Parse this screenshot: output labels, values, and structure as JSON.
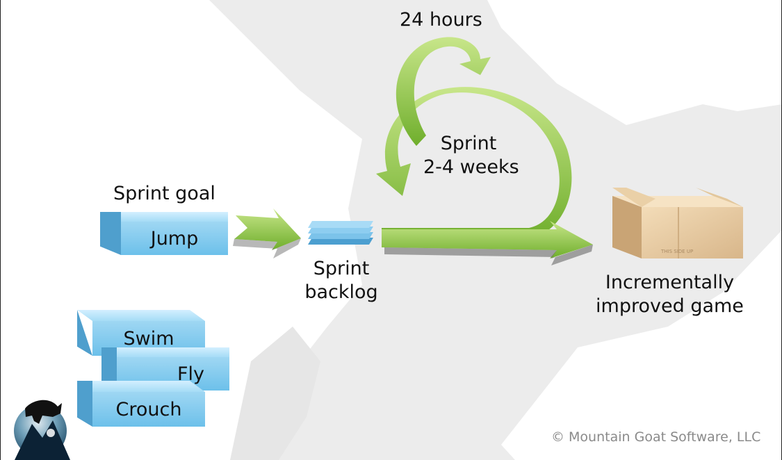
{
  "loop": {
    "daily": "24 hours",
    "sprint_line1": "Sprint",
    "sprint_line2": "2-4 weeks"
  },
  "sprint_goal": {
    "title": "Sprint goal",
    "item": "Jump"
  },
  "sprint_backlog": {
    "line1": "Sprint",
    "line2": "backlog"
  },
  "product": {
    "line1": "Incrementally",
    "line2": "improved game",
    "box_text": "THIS SIDE UP"
  },
  "product_backlog": {
    "items": [
      "Swim",
      "Fly",
      "Crouch"
    ]
  },
  "footer": {
    "copyright": "© Mountain Goat Software, LLC"
  },
  "colors": {
    "arrow_green": "#8cc63f",
    "card_blue": "#6cc0ea",
    "box_tan": "#e8c9a0"
  }
}
